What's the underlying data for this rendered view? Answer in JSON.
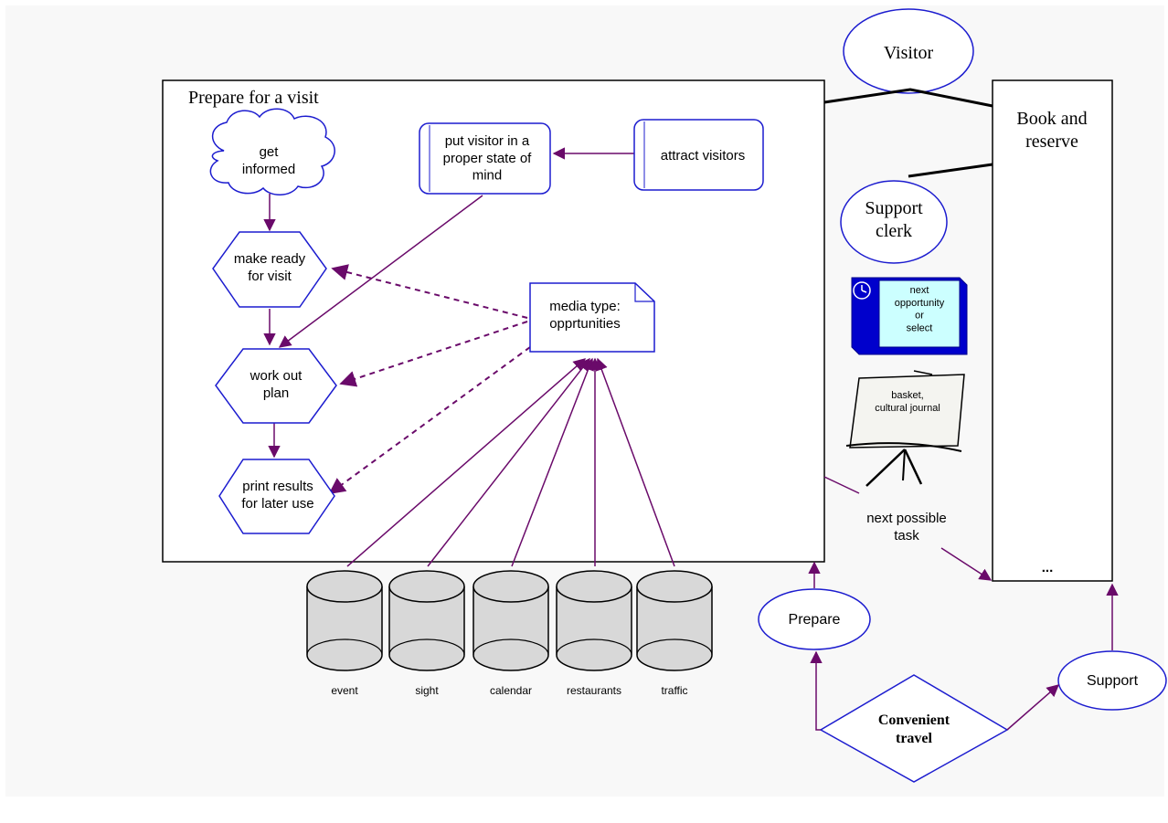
{
  "colors": {
    "background": "#f8f8f8",
    "shape_stroke": "#1c1ccf",
    "connector": "#6a0a6a",
    "frame": "#000000",
    "db_fill": "#d8d8d8",
    "note_fill": "#ccffff"
  },
  "main_frame": {
    "title": "Prepare for a visit"
  },
  "nodes": {
    "get_informed": "get\ninformed",
    "make_ready": "make ready\nfor visit",
    "work_out_plan": "work out\nplan",
    "print_results": "print results\nfor later use",
    "proper_state": "put visitor in a\nproper state of\nmind",
    "attract_visitors": "attract visitors",
    "media_type": "media type:\nopprtunities"
  },
  "databases": [
    {
      "label": "event"
    },
    {
      "label": "sight"
    },
    {
      "label": "calendar"
    },
    {
      "label": "restaurants"
    },
    {
      "label": "traffic"
    }
  ],
  "right_panel": {
    "visitor": "Visitor",
    "book_reserve": "Book and\nreserve",
    "support_clerk": "Support\nclerk",
    "next_opportunity": "next\nopportunity\nor\nselect",
    "basket": "basket,\ncultural journal",
    "ellipsis": "...",
    "next_task": "next possible\ntask"
  },
  "bottom": {
    "prepare": "Prepare",
    "convenient_travel": "Convenient\ntravel",
    "support": "Support"
  }
}
